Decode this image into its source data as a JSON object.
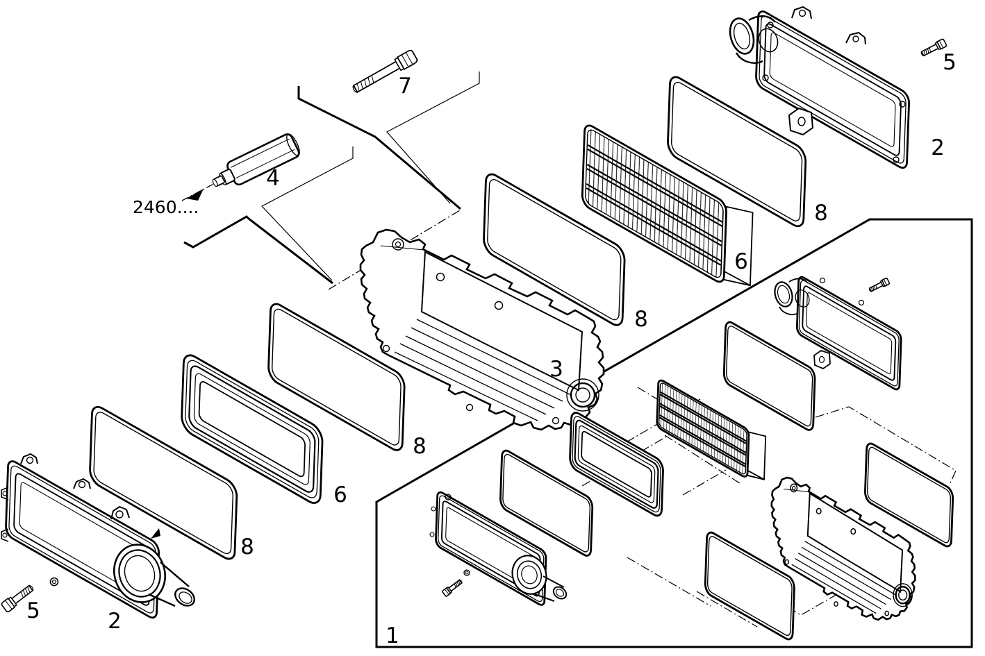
{
  "diagram": {
    "type": "exploded-parts-diagram",
    "colors": {
      "ink": "#000000",
      "paper": "#ffffff"
    },
    "ref_label": {
      "text": "2460...."
    },
    "callouts": [
      {
        "text": "7"
      },
      {
        "text": "4"
      },
      {
        "text": "5"
      },
      {
        "text": "2"
      },
      {
        "text": "8"
      },
      {
        "text": "6"
      },
      {
        "text": "8"
      },
      {
        "text": "3"
      },
      {
        "text": "8"
      },
      {
        "text": "6"
      },
      {
        "text": "8"
      },
      {
        "text": "5"
      },
      {
        "text": "2"
      },
      {
        "text": "1"
      }
    ]
  }
}
